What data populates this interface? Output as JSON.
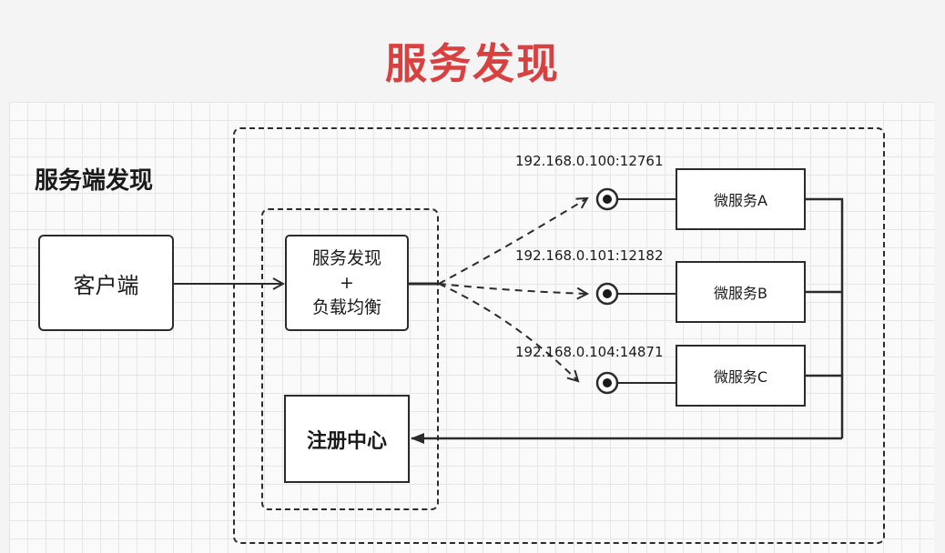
{
  "title": "服务发现",
  "section_label": "服务端发现",
  "nodes": {
    "client": "客户端",
    "lb_line1": "服务发现",
    "lb_line2": "+",
    "lb_line3": "负载均衡",
    "registry": "注册中心",
    "service_a": "微服务A",
    "service_b": "微服务B",
    "service_c": "微服务C"
  },
  "addresses": {
    "a": "192.168.0.100:12761",
    "b": "192.168.0.101:12182",
    "c": "192.168.0.104:14871"
  },
  "colors": {
    "title": "#d94040",
    "stroke": "#2b2b2b"
  }
}
